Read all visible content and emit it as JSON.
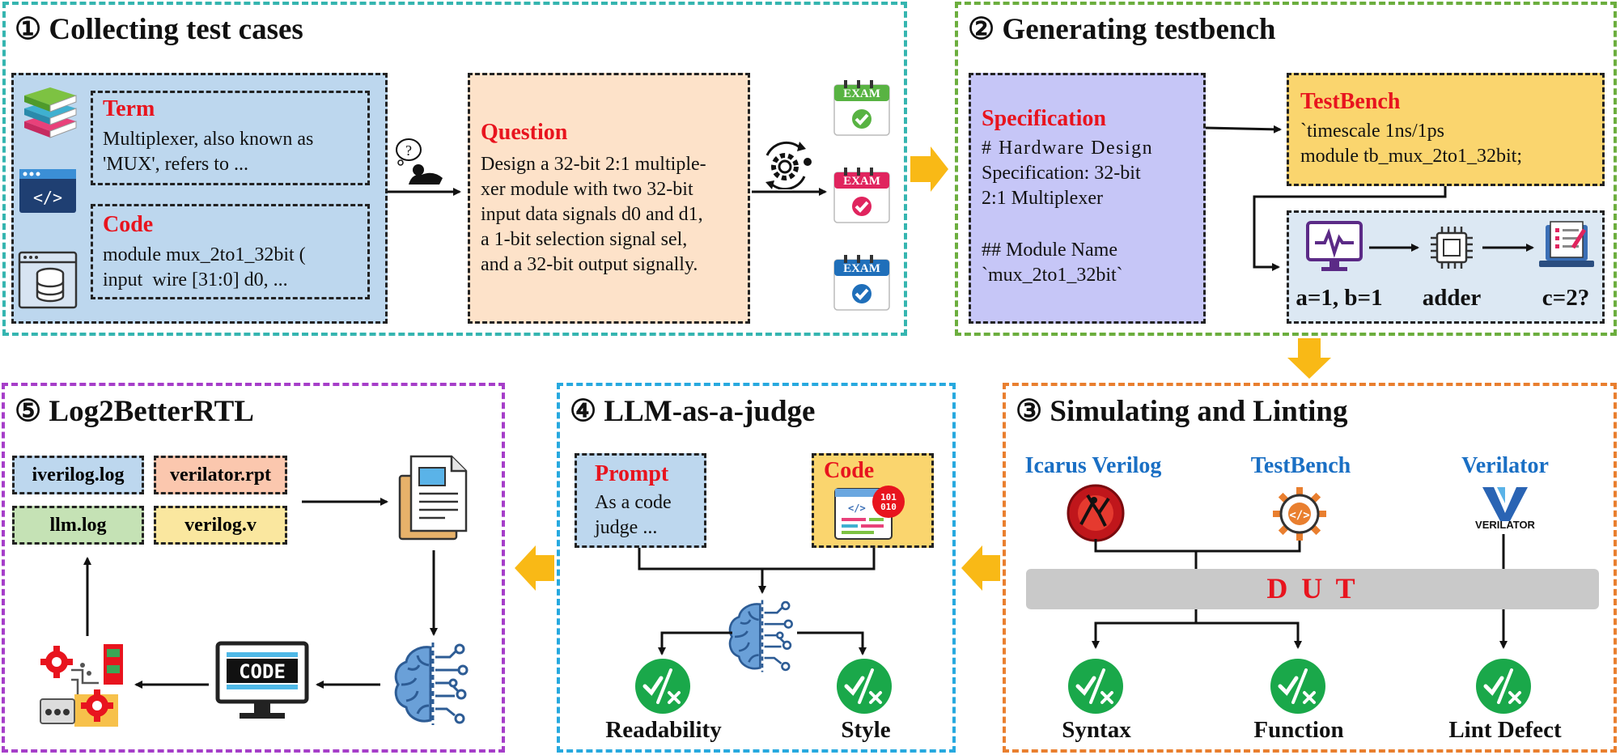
{
  "panel1": {
    "title": "① Collecting test cases",
    "term": {
      "label": "Term",
      "text": "Multiplexer, also known as 'MUX', refers to ..."
    },
    "code": {
      "label": "Code",
      "line1": "module mux_2to1_32bit (",
      "line2": "input  wire [31:0] d0, ..."
    },
    "question": {
      "label": "Question",
      "lines": [
        "Design a 32-bit 2:1 multiple-",
        "xer module with two 32-bit",
        "input data signals d0 and d1,",
        "a 1-bit selection signal sel,",
        "and a 32-bit output signally."
      ]
    },
    "exam_label": "EXAM"
  },
  "panel2": {
    "title": "② Generating testbench",
    "spec": {
      "label": "Specification",
      "lines": [
        "# Hardware Design",
        "Specification: 32-bit",
        "2:1 Multiplexer",
        "",
        "## Module Name",
        "`mux_2to1_32bit`"
      ]
    },
    "testbench": {
      "label": "TestBench",
      "line1": "`timescale 1ns/1ps",
      "line2": "module tb_mux_2to1_32bit;"
    },
    "sim": {
      "in": "a=1, b=1",
      "mid": "adder",
      "out": "c=2?"
    }
  },
  "panel3": {
    "title": "③ Simulating and Linting",
    "tools": {
      "icarus": "Icarus Verilog",
      "testbench": "TestBench",
      "verilator": "Verilator",
      "verilator_logo": "VERILATOR"
    },
    "dut": "D U T",
    "results": [
      "Syntax",
      "Function",
      "Lint Defect"
    ]
  },
  "panel4": {
    "title": "④ LLM-as-a-judge",
    "prompt": {
      "label": "Prompt",
      "line1": "As a code",
      "line2": "judge ..."
    },
    "code_label": "Code",
    "results": [
      "Readability",
      "Style"
    ]
  },
  "panel5": {
    "title": "⑤ Log2BetterRTL",
    "files": [
      "iverilog.log",
      "verilator.rpt",
      "llm.log",
      "verilog.v"
    ],
    "monitor_label": "CODE"
  },
  "colors": {
    "teal": "#35b5b0",
    "green": "#6cae3e",
    "orange": "#e97f2f",
    "cyan": "#27a9df",
    "purple": "#a63ec9",
    "blue_box": "#bdd7ee",
    "peach_box": "#fde2c9",
    "lavender_box": "#c6c6f7",
    "yellow_box": "#fad56e",
    "check_green": "#1aa84a",
    "red": "#e8141e",
    "arrow_yellow": "#f9b916",
    "dut_grey": "#c9c9c9"
  }
}
